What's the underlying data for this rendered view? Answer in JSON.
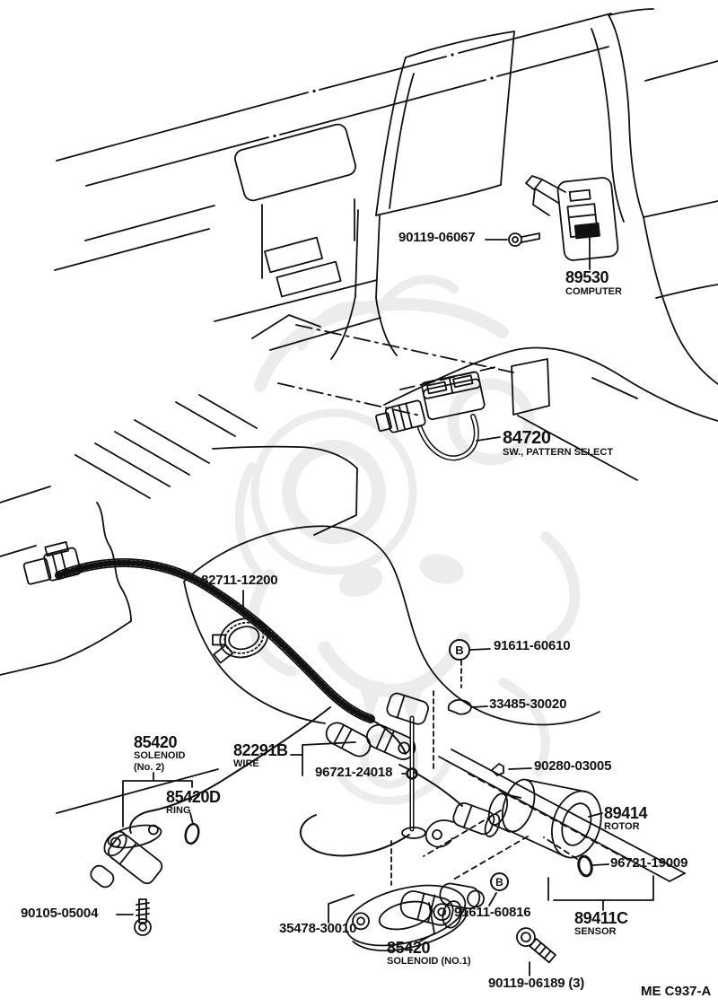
{
  "page": {
    "background": "#ffffff",
    "line_color": "#111111",
    "watermark_color": "#ececec",
    "drawing_ref": "ME C937-A"
  },
  "parts": [
    {
      "code": "90119-06067"
    },
    {
      "code": "89530",
      "name": "COMPUTER"
    },
    {
      "code": "84720",
      "name": "SW., PATTERN SELECT"
    },
    {
      "code": "82711-12200"
    },
    {
      "code": "91611-60610"
    },
    {
      "code": "33485-30020"
    },
    {
      "code": "85420",
      "name": "SOLENOID",
      "name2": "(No. 2)"
    },
    {
      "code": "82291B",
      "name": "WIRE"
    },
    {
      "code": "96721-24018"
    },
    {
      "code": "85420D",
      "name": "RING"
    },
    {
      "code": "90280-03005"
    },
    {
      "code": "89414",
      "name": "ROTOR"
    },
    {
      "code": "96721-19009"
    },
    {
      "code": "90105-05004"
    },
    {
      "code": "35478-30010"
    },
    {
      "code": "91611-60816"
    },
    {
      "code": "89411C",
      "name": "SENSOR"
    },
    {
      "code": "85420",
      "name": "SOLENOID (NO.1)"
    },
    {
      "code": "90119-06189 (3)"
    }
  ],
  "symbols": {
    "bolt_b": "B"
  }
}
